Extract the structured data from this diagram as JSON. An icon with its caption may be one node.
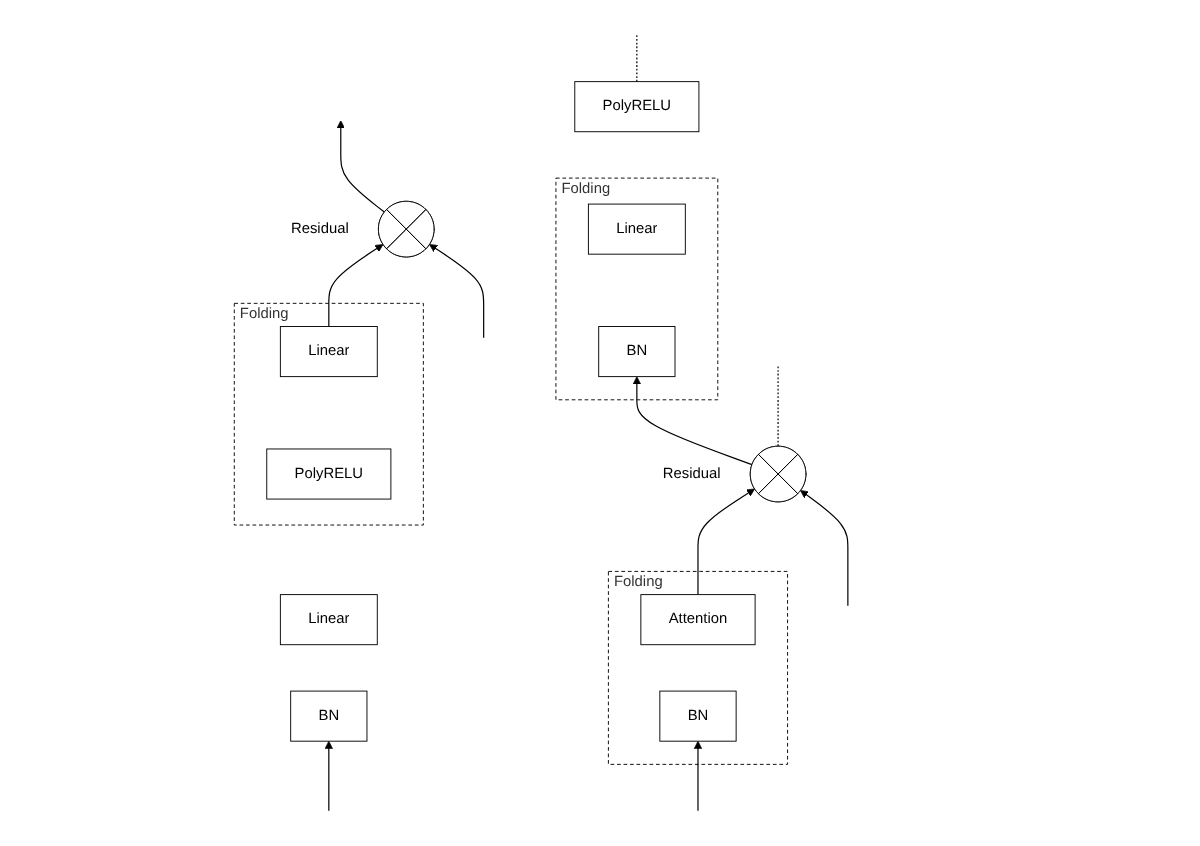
{
  "diagram": {
    "nodes": [
      {
        "text": [],
        "shape": "circle",
        "beside": [
          "Residual"
        ]
      },
      {
        "text": [
          "Folding"
        ]
      },
      {
        "text": [
          "Linear"
        ],
        "in": 1
      },
      {
        "text": [
          "PolyRELU"
        ],
        "in": 1
      },
      {
        "text": [
          "Linear"
        ]
      },
      {
        "text": [
          "BN"
        ]
      },
      {
        "text": [
          "PolyRELU"
        ]
      },
      {
        "text": [
          "Folding"
        ]
      },
      {
        "text": [
          "Linear"
        ],
        "in": 7
      },
      {
        "text": [
          "BN"
        ],
        "in": 7
      },
      {
        "text": [],
        "shape": "circle",
        "beside": [
          "Residual"
        ]
      },
      {
        "text": [
          "Folding"
        ]
      },
      {
        "text": [
          "Attention"
        ],
        "in": 11
      },
      {
        "text": [
          "BN"
        ],
        "in": 11
      }
    ],
    "edges": [
      {
        "from": null,
        "to": 5,
        "arrow": "to"
      },
      {
        "from": null,
        "to": 0,
        "arrow": "to"
      },
      {
        "from": 2,
        "to": 0,
        "arrow": "to"
      },
      {
        "from": 0,
        "to": null,
        "arrow": "to"
      },
      {
        "from": null,
        "to": 13,
        "arrow": "to"
      },
      {
        "from": null,
        "to": 10,
        "arrow": "to"
      },
      {
        "from": 12,
        "to": 10,
        "arrow": "to"
      },
      {
        "from": 10,
        "to": 9,
        "arrow": "to"
      },
      {
        "from": 10,
        "to": null,
        "arrow": "none",
        "style": "dashed"
      },
      {
        "from": 6,
        "to": null,
        "arrow": "none",
        "style": "dashed"
      }
    ]
  }
}
